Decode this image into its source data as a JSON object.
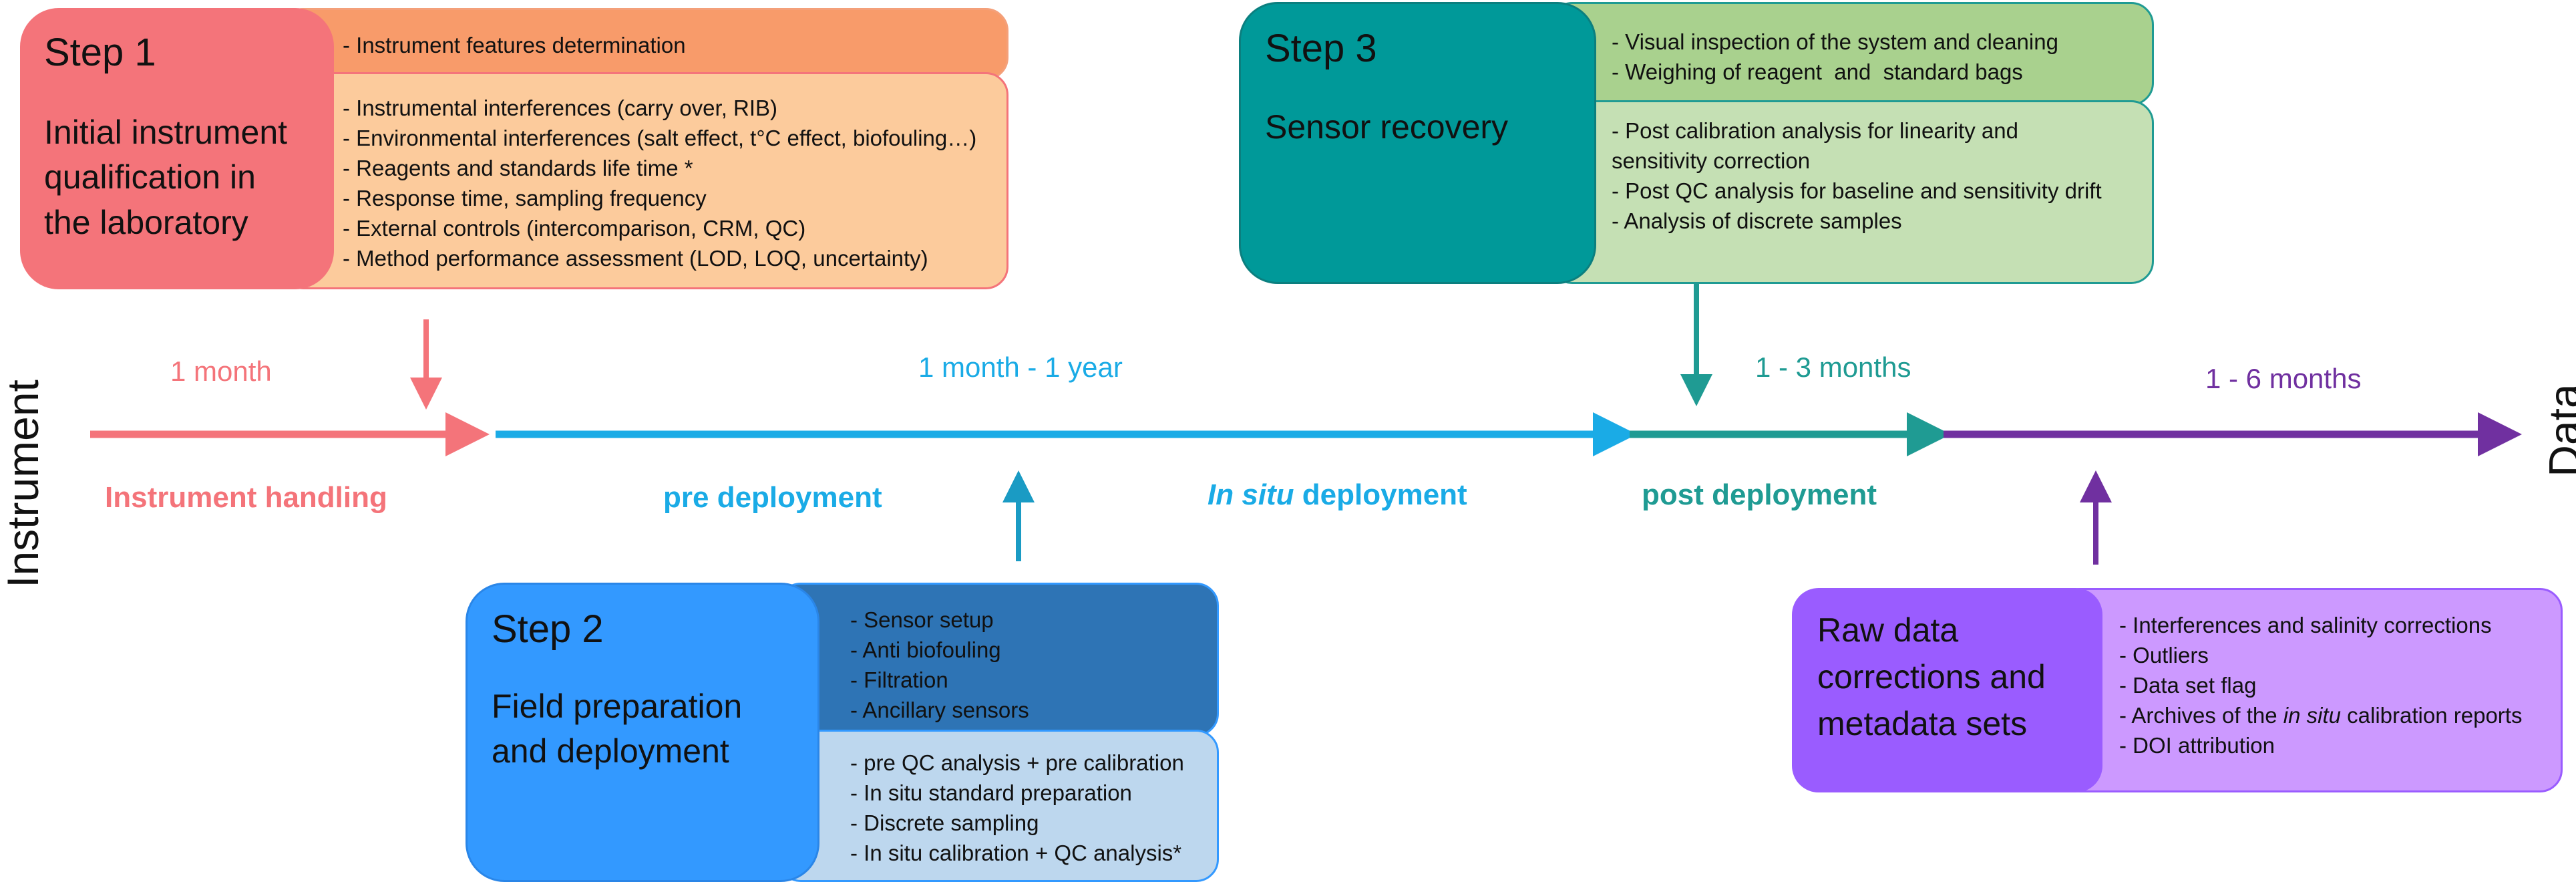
{
  "axis": {
    "left_label": "Instrument",
    "right_label": "Data"
  },
  "steps": {
    "step1": {
      "label": "Step 1",
      "title_lines": [
        "Initial instrument",
        "qualification in",
        "the laboratory"
      ],
      "top_items": [
        "- Instrument features determination"
      ],
      "bottom_items": [
        "- Instrumental interferences (carry over, RIB)",
        "- Environmental interferences (salt effect, t°C effect, biofouling…)",
        "- Reagents and standards life time *",
        "- Response time, sampling frequency",
        "- External controls (intercomparison, CRM, QC)",
        "- Method performance assessment (LOD, LOQ, uncertainty)"
      ]
    },
    "step2": {
      "label": "Step 2",
      "title_lines": [
        "Field preparation",
        "and deployment"
      ],
      "top_items": [
        "- Sensor setup",
        "- Anti biofouling",
        "- Filtration",
        "- Ancillary sensors"
      ],
      "bottom_items": [
        "- pre QC analysis + pre calibration",
        "- In situ standard preparation",
        "- Discrete sampling",
        "- In situ calibration + QC analysis*"
      ]
    },
    "step3": {
      "label": "Step 3",
      "title_lines": [
        "Sensor recovery"
      ],
      "top_items": [
        "- Visual inspection of the system and cleaning",
        "- Weighing of reagent  and  standard bags"
      ],
      "bottom_items": [
        "- Post calibration analysis for linearity and",
        "sensitivity correction",
        "- Post QC analysis for baseline and sensitivity drift",
        "- Analysis of discrete samples"
      ]
    },
    "step4": {
      "title_lines": [
        "Raw data",
        "corrections and",
        "metadata sets"
      ],
      "items": [
        "- Interferences and salinity corrections",
        "- Outliers",
        "- Data set flag",
        "- Archives of the in situ calibration reports",
        "- DOI attribution"
      ]
    }
  },
  "timeline": {
    "durations": [
      "1 month",
      "1 month - 1 year",
      "1 - 3 months",
      "1 - 6 months"
    ],
    "phases": {
      "handling": "Instrument handling",
      "pre": "pre deployment",
      "insitu_italic": "In situ",
      "insitu_rest": " deployment",
      "post": "post deployment"
    }
  },
  "colors": {
    "step1_head": "#f4747a",
    "step1_top": "#f89b6a",
    "step1_bottom": "#fccb9c",
    "step2_head": "#3399ff",
    "step2_top": "#2e74b5",
    "step2_bottom": "#bdd7ee",
    "step3_head": "#009999",
    "step3_top": "#a9d18e",
    "step3_bottom": "#c5e0b4",
    "step4_head": "#9a5cff",
    "step4_bottom": "#cc99ff",
    "pink": "#f4747a",
    "cyan": "#1aabe6",
    "teal": "#1f9b93",
    "purple": "#7030a0"
  }
}
